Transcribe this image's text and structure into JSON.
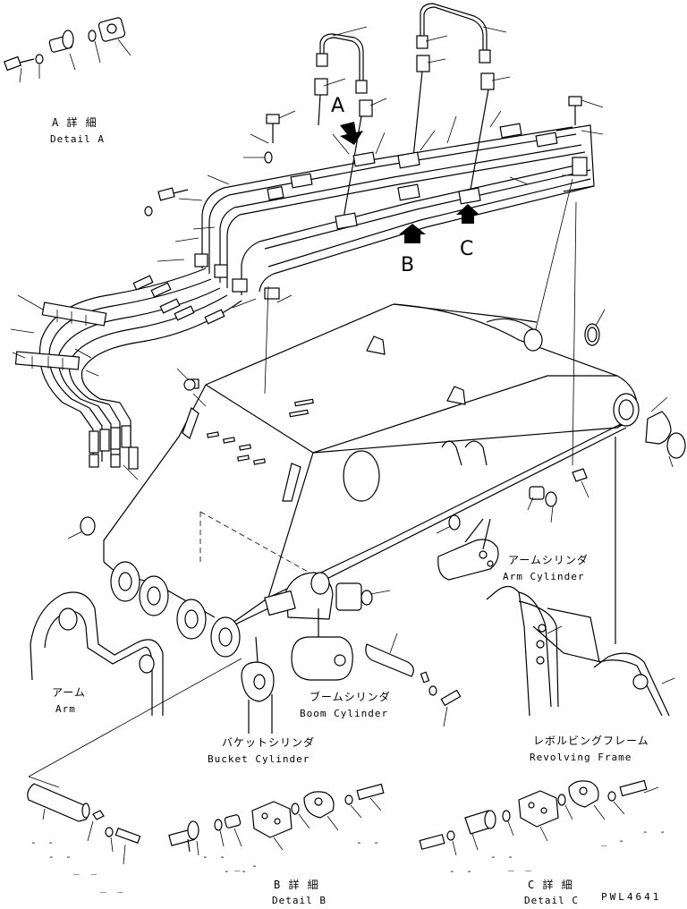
{
  "figure": {
    "code": "PWL4641",
    "detail_a": {
      "jp": "A 詳 細",
      "en": "Detail A"
    },
    "detail_b": {
      "jp": "B 詳 細",
      "en": "Detail B"
    },
    "detail_c": {
      "jp": "C 詳 細",
      "en": "Detail C"
    },
    "markers": {
      "a": "A",
      "b": "B",
      "c": "C"
    },
    "parts": {
      "arm_cylinder": {
        "jp": "アームシリンダ",
        "en": "Arm Cylinder"
      },
      "arm": {
        "jp": "アーム",
        "en": "Arm"
      },
      "boom_cylinder": {
        "jp": "ブームシリンダ",
        "en": "Boom Cylinder"
      },
      "bucket_cylinder": {
        "jp": "バケットシリンダ",
        "en": "Bucket Cylinder"
      },
      "revolving_frame": {
        "jp": "レボルビングフレーム",
        "en": "Revolving Frame"
      }
    },
    "dashes": {
      "d1": "- -",
      "d2": "- -",
      "d3": "_ _",
      "d4": "_ _",
      "d5": "- -",
      "d6": "- -",
      "d7": "_ -",
      "d8": "- -",
      "d9": "- -",
      "d10": "- -",
      "d11": "_ _",
      "d12": "_ -",
      "d13": "- -"
    }
  }
}
